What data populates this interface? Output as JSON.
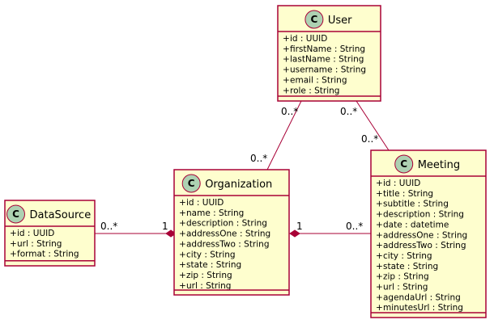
{
  "classes": {
    "user": {
      "name": "User",
      "stereotype_letter": "C",
      "attributes": [
        "id : UUID",
        "firstName : String",
        "lastName : String",
        "username : String",
        "email : String",
        "role : String"
      ]
    },
    "organization": {
      "name": "Organization",
      "stereotype_letter": "C",
      "attributes": [
        "id : UUID",
        "name : String",
        "description : String",
        "addressOne : String",
        "addressTwo : String",
        "city : String",
        "state : String",
        "zip : String",
        "url : String"
      ]
    },
    "meeting": {
      "name": "Meeting",
      "stereotype_letter": "C",
      "attributes": [
        "id : UUID",
        "title : String",
        "subtitle : String",
        "description : String",
        "date : datetime",
        "addressOne : String",
        "addressTwo : String",
        "city : String",
        "state : String",
        "zip : String",
        "url : String",
        "agendaUrl : String",
        "minutesUrl : String"
      ]
    },
    "datasource": {
      "name": "DataSource",
      "stereotype_letter": "C",
      "attributes": [
        "id : UUID",
        "url : String",
        "format : String"
      ]
    }
  },
  "visibility_marker": "+",
  "relations": {
    "user_org": {
      "from_mult": "0..*",
      "to_mult": "0..*"
    },
    "user_meeting": {
      "from_mult": "0..*",
      "to_mult": "0..*"
    },
    "datasource_org": {
      "from_mult": "0..*",
      "to_mult": "1"
    },
    "org_meeting": {
      "from_mult": "1",
      "to_mult": "0..*"
    }
  },
  "colors": {
    "class_fill": "#FEFECE",
    "border": "#A80036",
    "class_icon": "#ADD1B2"
  }
}
